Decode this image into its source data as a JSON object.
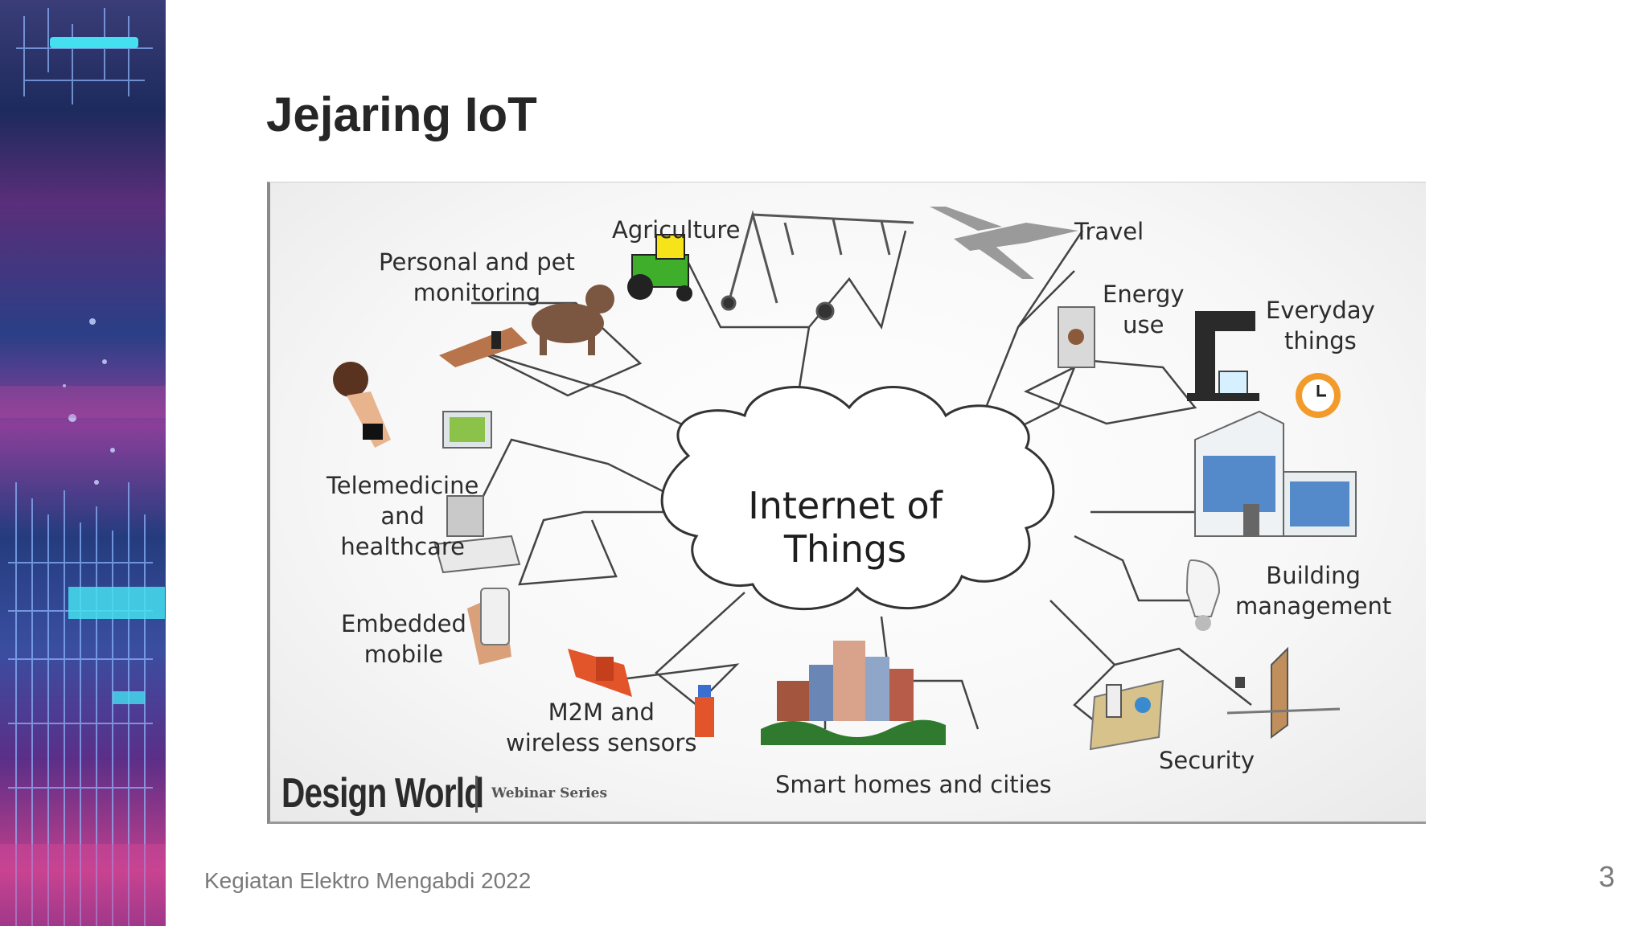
{
  "slide": {
    "title": "Jejaring IoT",
    "footer": "Kegiatan Elektro Mengabdi 2022",
    "page_number": "3"
  },
  "figure": {
    "center": "Internet of Things",
    "labels": {
      "personal": [
        "Personal and pet",
        "monitoring"
      ],
      "agriculture": "Agriculture",
      "travel": "Travel",
      "energy": [
        "Energy",
        "use"
      ],
      "everyday": [
        "Everyday",
        "things"
      ],
      "telemedicine": [
        "Telemedicine",
        "and",
        "healthcare"
      ],
      "building": [
        "Building",
        "management"
      ],
      "embedded": [
        "Embedded",
        "mobile"
      ],
      "m2m": [
        "M2M and",
        "wireless sensors"
      ],
      "smart": "Smart homes and cities",
      "security": "Security"
    },
    "brand": "Design World",
    "brand_sub": "Webinar Series"
  },
  "colors": {
    "sidebar_accent": "#45e0f0",
    "sidebar_magenta": "#d04a9c",
    "tractor_green": "#3fae2a",
    "sensor_orange": "#e2542a"
  }
}
